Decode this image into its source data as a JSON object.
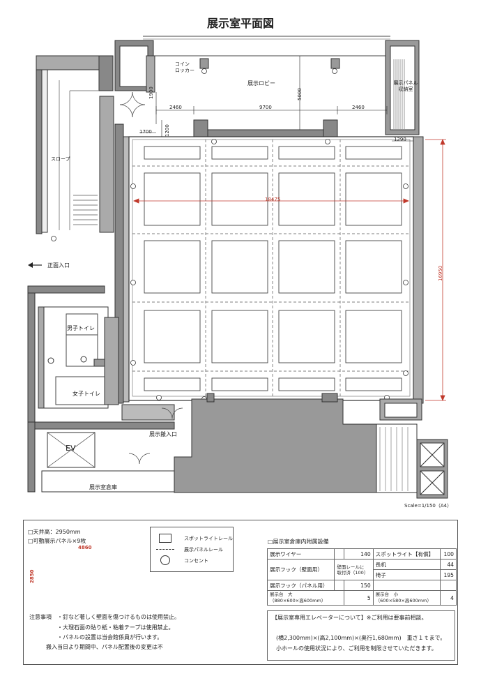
{
  "title": "展示室平面図",
  "rooms": {
    "coin_locker": "コイン\nロッカー",
    "lobby": "展示ロビー",
    "panel_storage": "展示パネル\n収納室",
    "slope": "スロープ",
    "entrance": "正面入口",
    "men_toilet": "男子トイレ",
    "women_toilet": "女子トイレ",
    "ev": "EV",
    "loading": "展示搬入口",
    "warehouse": "展示室倉庫"
  },
  "dimensions": {
    "d1900": "1900",
    "d1700": "1700",
    "d1200": "1200",
    "d2460a": "2460",
    "d9700": "9700",
    "d2460b": "2460",
    "d5000": "5000",
    "d1290": "1290",
    "d18475": "18475",
    "d16950": "16950"
  },
  "scale": "Scale=1/150（A4）",
  "specs": {
    "ceiling": "□天井高：2950mm",
    "panels": "□可動展示パネル×9枚",
    "panel_w": "4860",
    "panel_h": "2850"
  },
  "legend": {
    "spotlight_rail": "スポットライトレール",
    "panel_rail": "展示パネルレール",
    "outlet": "コンセント"
  },
  "equipment": {
    "heading": "□展示室倉庫内附属設備",
    "wire_label": "展示ワイヤー",
    "wire_val": "140",
    "spot_label": "スポットライト【有償】",
    "spot_val": "100",
    "hook_wall_label": "展示フック（壁面用）",
    "hook_wall_note": "壁面レールに\n取付済（100）",
    "bench_label": "長机",
    "bench_val": "44",
    "chair_label": "椅子",
    "chair_val": "195",
    "hook_panel_label": "展示フック（パネル用）",
    "hook_panel_val": "150",
    "stand_large_label": "展示台　大",
    "stand_large_size": "（880×600×高600mm）",
    "stand_large_val": "5",
    "stand_small_label": "展示台　小",
    "stand_small_size": "（600×580×高600mm）",
    "stand_small_val": "4"
  },
  "notes": {
    "label": "注意事項",
    "n1": "・釘など著しく壁面を傷つけるものは使用禁止。",
    "n2": "・大理石面の貼り紙・粘着テープは使用禁止。",
    "n3": "・パネルの設置は当会館係員が行います。",
    "n4": "搬入当日より期間中、パネル配置後の変更は不"
  },
  "elevator": {
    "heading": "【展示室専用エレベーターについて】※ご利用は要事前相談。",
    "line1": "(横2,300mm)×(高2,100mm)×(奥行1,680mm)　重さ１ｔまで。",
    "line2": "小ホールの使用状況により、ご利用を制限させていただきます。"
  }
}
